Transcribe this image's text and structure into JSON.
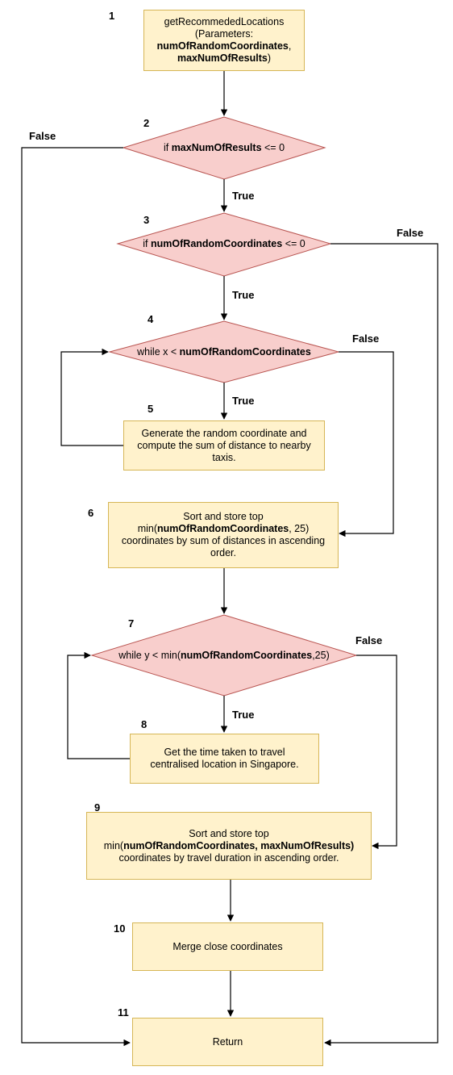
{
  "nodes": {
    "n1": {
      "num": "1",
      "lines": [
        [
          {
            "t": "getRecommededLocations"
          }
        ],
        [
          {
            "t": "(Parameters:"
          }
        ],
        [
          {
            "t": "numOfRandomCoordinates",
            "b": true
          },
          {
            "t": ","
          }
        ],
        [
          {
            "t": "maxNumOfResults",
            "b": true
          },
          {
            "t": ")"
          }
        ]
      ]
    },
    "n2": {
      "num": "2",
      "lines": [
        [
          {
            "t": "if "
          },
          {
            "t": "maxNumOfResults",
            "b": true
          },
          {
            "t": " <= 0"
          }
        ]
      ]
    },
    "n3": {
      "num": "3",
      "lines": [
        [
          {
            "t": "if "
          },
          {
            "t": "numOfRandomCoordinates",
            "b": true
          },
          {
            "t": " <= 0"
          }
        ]
      ]
    },
    "n4": {
      "num": "4",
      "lines": [
        [
          {
            "t": "while x < "
          },
          {
            "t": "numOfRandomCoordinates",
            "b": true
          }
        ]
      ]
    },
    "n5": {
      "num": "5",
      "lines": [
        [
          {
            "t": "Generate the random coordinate and"
          }
        ],
        [
          {
            "t": "compute the sum of distance to nearby"
          }
        ],
        [
          {
            "t": "taxis."
          }
        ]
      ]
    },
    "n6": {
      "num": "6",
      "lines": [
        [
          {
            "t": "Sort and store top"
          }
        ],
        [
          {
            "t": "min("
          },
          {
            "t": "numOfRandomCoordinates",
            "b": true
          },
          {
            "t": ", 25)"
          }
        ],
        [
          {
            "t": "coordinates by sum of distances in ascending"
          }
        ],
        [
          {
            "t": "order."
          }
        ]
      ]
    },
    "n7": {
      "num": "7",
      "lines": [
        [
          {
            "t": "while y < min("
          },
          {
            "t": "numOfRandomCoordinates",
            "b": true
          },
          {
            "t": ",25)"
          }
        ]
      ]
    },
    "n8": {
      "num": "8",
      "lines": [
        [
          {
            "t": "Get the time taken to travel"
          }
        ],
        [
          {
            "t": "centralised location in Singapore."
          }
        ]
      ]
    },
    "n9": {
      "num": "9",
      "lines": [
        [
          {
            "t": "Sort and store top"
          }
        ],
        [
          {
            "t": "min("
          },
          {
            "t": "numOfRandomCoordinates, maxNumOfResults)",
            "b": true
          }
        ],
        [
          {
            "t": "coordinates by travel duration in ascending order."
          }
        ]
      ]
    },
    "n10": {
      "num": "10",
      "lines": [
        [
          {
            "t": "Merge close coordinates"
          }
        ]
      ]
    },
    "n11": {
      "num": "11",
      "lines": [
        [
          {
            "t": "Return"
          }
        ]
      ]
    }
  },
  "edge_labels": {
    "n2_false": "False",
    "n2_true": "True",
    "n3_false": "False",
    "n3_true": "True",
    "n4_false": "False",
    "n4_true": "True",
    "n7_false": "False",
    "n7_true": "True"
  },
  "colors": {
    "process_fill": "#fff2cc",
    "process_stroke": "#d6b656",
    "decision_fill": "#f8cecc",
    "decision_stroke": "#b85450",
    "edge": "#000000"
  }
}
